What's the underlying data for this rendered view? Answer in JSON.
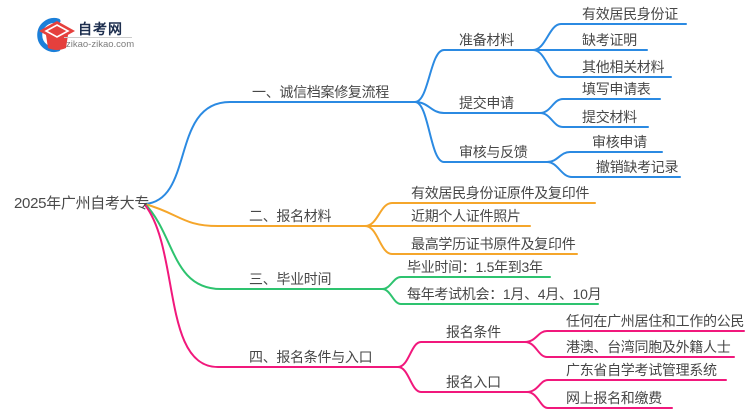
{
  "logo": {
    "site_name": "自考网",
    "site_domain": "zikao-zikao.com",
    "colors": {
      "swoosh": "#1b7fd9",
      "cap": "#e5403d"
    }
  },
  "mindmap": {
    "root": {
      "label": "2025年广州自考大专"
    },
    "branches": [
      {
        "label": "一、诚信档案修复流程",
        "color": "#2b8ae2",
        "children": [
          {
            "label": "准备材料",
            "children": [
              {
                "label": "有效居民身份证"
              },
              {
                "label": "缺考证明"
              },
              {
                "label": "其他相关材料"
              }
            ]
          },
          {
            "label": "提交申请",
            "children": [
              {
                "label": "填写申请表"
              },
              {
                "label": "提交材料"
              }
            ]
          },
          {
            "label": "审核与反馈",
            "children": [
              {
                "label": "审核申请"
              },
              {
                "label": "撤销缺考记录"
              }
            ]
          }
        ]
      },
      {
        "label": "二、报名材料",
        "color": "#f5a62b",
        "children": [
          {
            "label": "有效居民身份证原件及复印件"
          },
          {
            "label": "近期个人证件照片"
          },
          {
            "label": "最高学历证书原件及复印件"
          }
        ]
      },
      {
        "label": "三、毕业时间",
        "color": "#2ec36f",
        "children": [
          {
            "label": "毕业时间：1.5年到3年"
          },
          {
            "label": "每年考试机会：1月、4月、10月"
          }
        ]
      },
      {
        "label": "四、报名条件与入口",
        "color": "#f1187c",
        "children": [
          {
            "label": "报名条件",
            "children": [
              {
                "label": "任何在广州居住和工作的公民"
              },
              {
                "label": "港澳、台湾同胞及外籍人士"
              }
            ]
          },
          {
            "label": "报名入口",
            "children": [
              {
                "label": "广东省自学考试管理系统"
              },
              {
                "label": "网上报名和缴费"
              }
            ]
          }
        ]
      }
    ]
  }
}
